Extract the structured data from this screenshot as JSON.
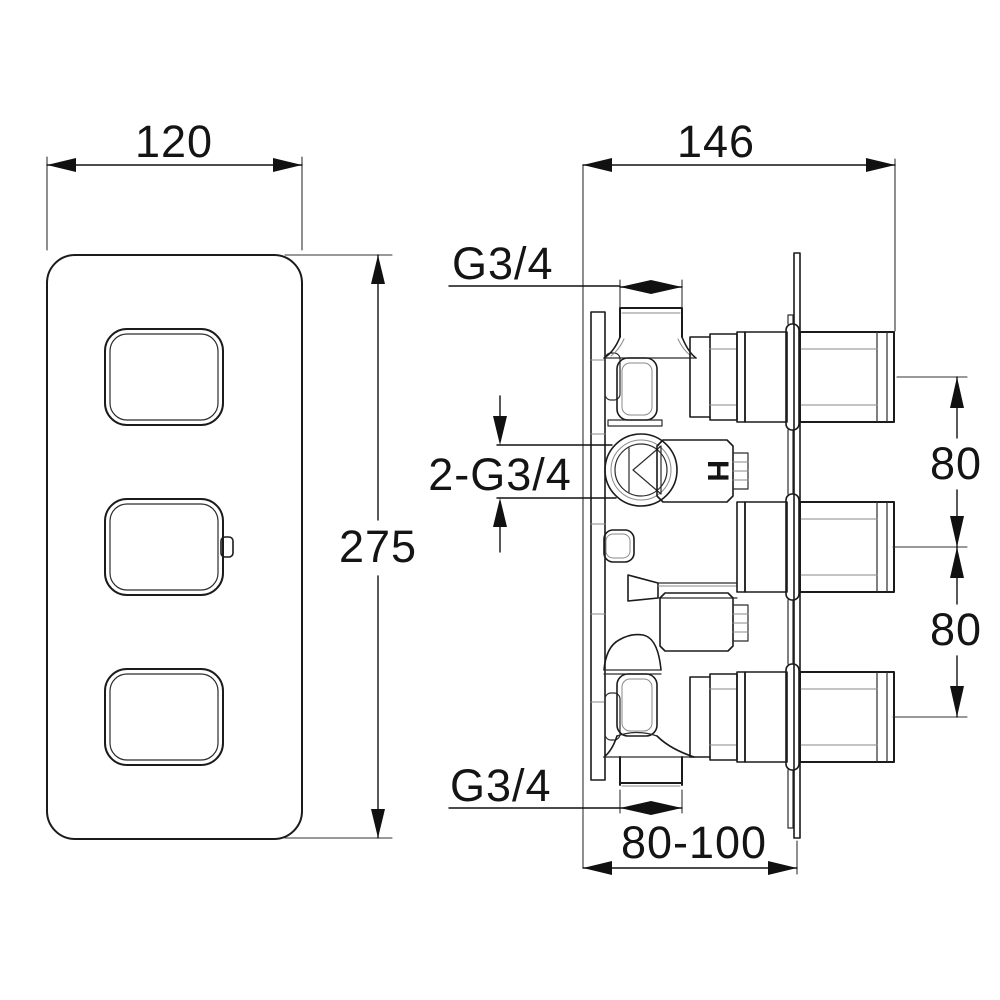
{
  "drawing": {
    "colors": {
      "background": "#ffffff",
      "line": "#1b1b1b"
    },
    "front_view": {
      "dimensions": {
        "width": "120",
        "height": "275"
      }
    },
    "side_view": {
      "dimensions": {
        "width": "146",
        "port_spacing_upper": "80",
        "port_spacing_lower": "80",
        "depth_range": "80-100"
      },
      "labels": {
        "top_port": "G3/4",
        "side_ports": "2-G3/4",
        "bottom_port": "G3/4",
        "cartridge_marker": "H"
      }
    }
  }
}
